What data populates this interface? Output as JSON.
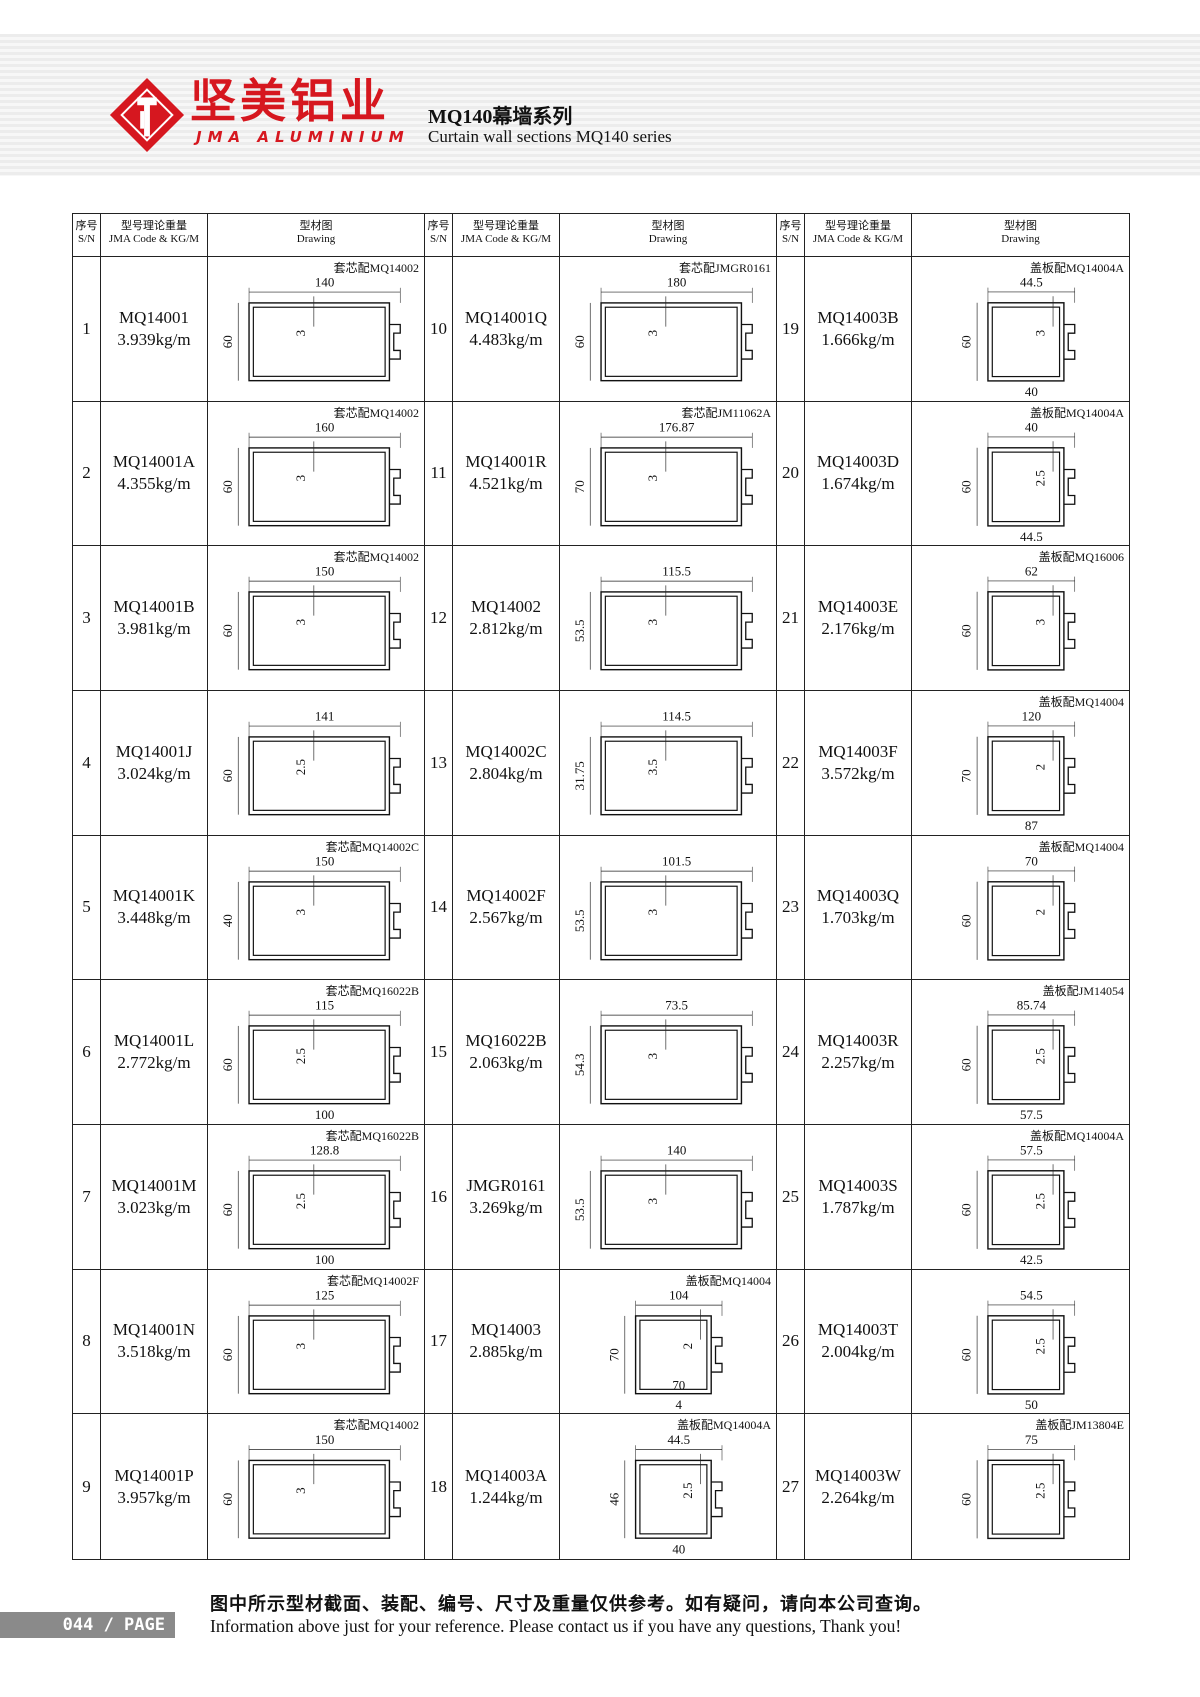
{
  "header": {
    "brand_cn": "坚美铝业",
    "brand_en": "JMA ALUMINIUM",
    "series_cn": "MQ140幕墙系列",
    "series_en": "Curtain wall sections MQ140 series",
    "colors": {
      "brand_red": "#d6171f"
    }
  },
  "table_header": {
    "sn_cn": "序号",
    "sn_en": "S/N",
    "code_cn": "型号理论重量",
    "code_en": "JMA Code & KG/M",
    "drawing_cn": "型材图",
    "drawing_en": "Drawing"
  },
  "columns": [
    [
      {
        "sn": "1",
        "code": "MQ14001",
        "weight": "3.939kg/m",
        "note": "套芯配MQ14002",
        "dims": [
          "140",
          "60",
          "3"
        ]
      },
      {
        "sn": "2",
        "code": "MQ14001A",
        "weight": "4.355kg/m",
        "note": "套芯配MQ14002",
        "dims": [
          "160",
          "60",
          "3"
        ]
      },
      {
        "sn": "3",
        "code": "MQ14001B",
        "weight": "3.981kg/m",
        "note": "套芯配MQ14002",
        "dims": [
          "150",
          "60",
          "3"
        ]
      },
      {
        "sn": "4",
        "code": "MQ14001J",
        "weight": "3.024kg/m",
        "note": "",
        "dims": [
          "141",
          "60",
          "2.5"
        ]
      },
      {
        "sn": "5",
        "code": "MQ14001K",
        "weight": "3.448kg/m",
        "note": "套芯配MQ14002C",
        "dims": [
          "150",
          "40",
          "3"
        ]
      },
      {
        "sn": "6",
        "code": "MQ14001L",
        "weight": "2.772kg/m",
        "note": "套芯配MQ16022B",
        "dims": [
          "115",
          "60",
          "2.5",
          "100"
        ]
      },
      {
        "sn": "7",
        "code": "MQ14001M",
        "weight": "3.023kg/m",
        "note": "套芯配MQ16022B",
        "dims": [
          "128.8",
          "60",
          "2.5",
          "100"
        ]
      },
      {
        "sn": "8",
        "code": "MQ14001N",
        "weight": "3.518kg/m",
        "note": "套芯配MQ14002F",
        "dims": [
          "125",
          "60",
          "3"
        ]
      },
      {
        "sn": "9",
        "code": "MQ14001P",
        "weight": "3.957kg/m",
        "note": "套芯配MQ14002",
        "dims": [
          "150",
          "60",
          "3"
        ]
      }
    ],
    [
      {
        "sn": "10",
        "code": "MQ14001Q",
        "weight": "4.483kg/m",
        "note": "套芯配JMGR0161",
        "dims": [
          "180",
          "60",
          "3"
        ]
      },
      {
        "sn": "11",
        "code": "MQ14001R",
        "weight": "4.521kg/m",
        "note": "套芯配JM11062A",
        "dims": [
          "176.87",
          "70",
          "3"
        ]
      },
      {
        "sn": "12",
        "code": "MQ14002",
        "weight": "2.812kg/m",
        "note": "",
        "dims": [
          "115.5",
          "53.5",
          "3"
        ]
      },
      {
        "sn": "13",
        "code": "MQ14002C",
        "weight": "2.804kg/m",
        "note": "",
        "dims": [
          "114.5",
          "31.75",
          "3.5"
        ]
      },
      {
        "sn": "14",
        "code": "MQ14002F",
        "weight": "2.567kg/m",
        "note": "",
        "dims": [
          "101.5",
          "53.5",
          "3"
        ]
      },
      {
        "sn": "15",
        "code": "MQ16022B",
        "weight": "2.063kg/m",
        "note": "",
        "dims": [
          "73.5",
          "54.3",
          "3"
        ]
      },
      {
        "sn": "16",
        "code": "JMGR0161",
        "weight": "3.269kg/m",
        "note": "",
        "dims": [
          "140",
          "53.5",
          "3"
        ]
      },
      {
        "sn": "17",
        "code": "MQ14003",
        "weight": "2.885kg/m",
        "note": "盖板配MQ14004",
        "dims": [
          "104",
          "70",
          "2",
          "4",
          "70"
        ]
      },
      {
        "sn": "18",
        "code": "MQ14003A",
        "weight": "1.244kg/m",
        "note": "盖板配MQ14004A",
        "dims": [
          "44.5",
          "46",
          "2.5",
          "40"
        ]
      }
    ],
    [
      {
        "sn": "19",
        "code": "MQ14003B",
        "weight": "1.666kg/m",
        "note": "盖板配MQ14004A",
        "dims": [
          "44.5",
          "60",
          "3",
          "40"
        ]
      },
      {
        "sn": "20",
        "code": "MQ14003D",
        "weight": "1.674kg/m",
        "note": "盖板配MQ14004A",
        "dims": [
          "40",
          "60",
          "2.5",
          "44.5"
        ]
      },
      {
        "sn": "21",
        "code": "MQ14003E",
        "weight": "2.176kg/m",
        "note": "盖板配MQ16006",
        "dims": [
          "62",
          "60",
          "3"
        ]
      },
      {
        "sn": "22",
        "code": "MQ14003F",
        "weight": "3.572kg/m",
        "note": "盖板配MQ14004",
        "dims": [
          "120",
          "70",
          "2",
          "87"
        ]
      },
      {
        "sn": "23",
        "code": "MQ14003Q",
        "weight": "1.703kg/m",
        "note": "盖板配MQ14004",
        "dims": [
          "70",
          "60",
          "2"
        ]
      },
      {
        "sn": "24",
        "code": "MQ14003R",
        "weight": "2.257kg/m",
        "note": "盖板配JM14054",
        "dims": [
          "85.74",
          "60",
          "2.5",
          "57.5"
        ]
      },
      {
        "sn": "25",
        "code": "MQ14003S",
        "weight": "1.787kg/m",
        "note": "盖板配MQ14004A",
        "dims": [
          "57.5",
          "60",
          "2.5",
          "42.5"
        ]
      },
      {
        "sn": "26",
        "code": "MQ14003T",
        "weight": "2.004kg/m",
        "note": "",
        "dims": [
          "54.5",
          "60",
          "2.5",
          "50"
        ]
      },
      {
        "sn": "27",
        "code": "MQ14003W",
        "weight": "2.264kg/m",
        "note": "盖板配JM13804E",
        "dims": [
          "75",
          "60",
          "2.5"
        ]
      }
    ]
  ],
  "footer": {
    "page": "044 / PAGE",
    "note_cn": "图中所示型材截面、装配、编号、尺寸及重量仅供参考。如有疑问，请向本公司查询。",
    "note_en": "Information above just for your reference. Please contact us if you have any questions, Thank you!"
  }
}
